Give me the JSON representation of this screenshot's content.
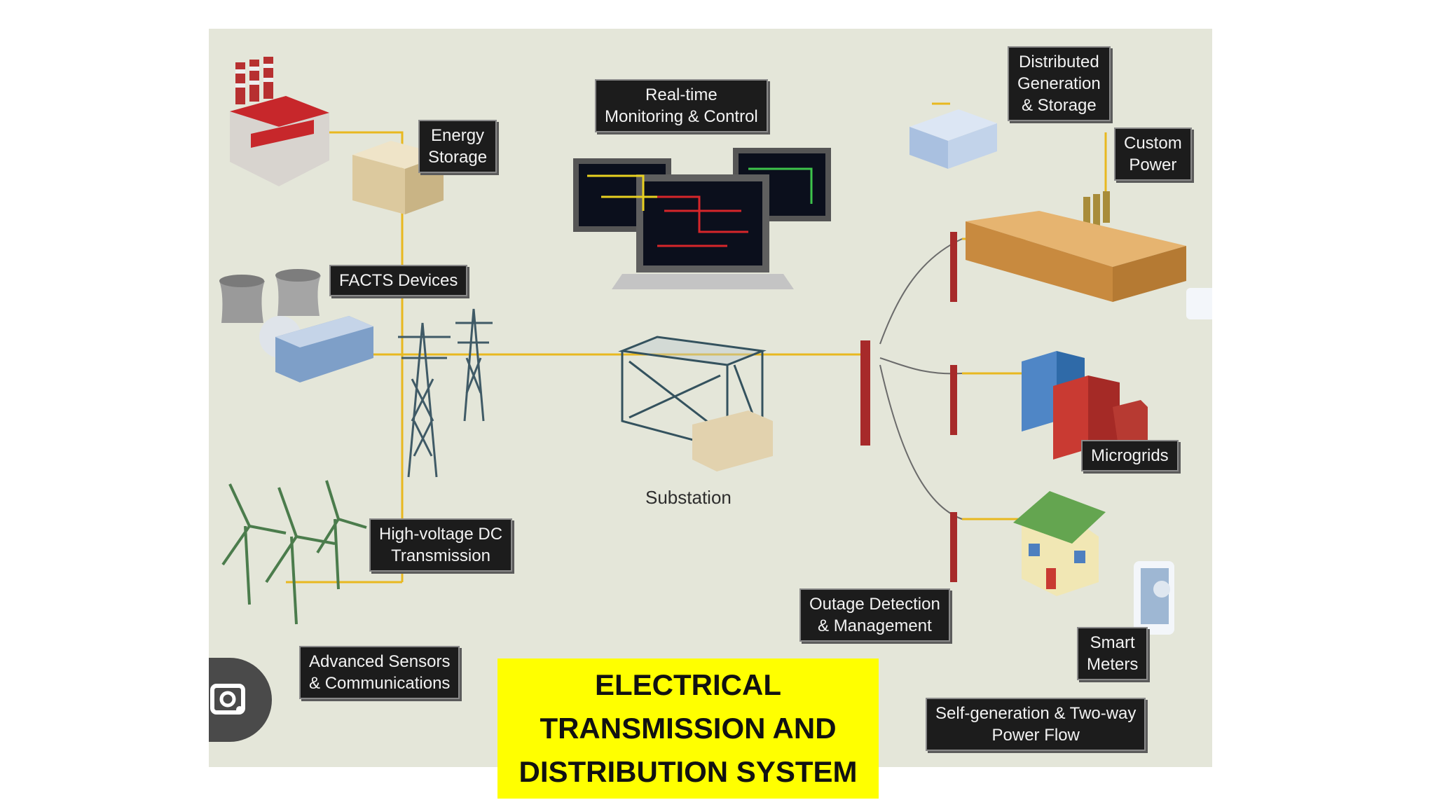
{
  "labels": {
    "energy_storage": "Energy\nStorage",
    "facts_devices": "FACTS Devices",
    "realtime": "Real-time\nMonitoring & Control",
    "distributed": "Distributed\nGeneration\n& Storage",
    "custom_power": "Custom\nPower",
    "substation": "Substation",
    "hvdc": "High-voltage DC\nTransmission",
    "microgrids": "Microgrids",
    "outage": "Outage Detection\n& Management",
    "smart_meters": "Smart\nMeters",
    "sensors": "Advanced Sensors\n& Communications",
    "selfgen": "Self-generation & Two-way\nPower Flow"
  },
  "title": "ELECTRICAL\nTRANSMISSION AND\nDISTRIBUTION SYSTEM",
  "colors": {
    "panel": "#e4e6d9",
    "wire": "#e8b820",
    "title_bg": "#ffff00",
    "label_bg": "#1c1c1c"
  }
}
